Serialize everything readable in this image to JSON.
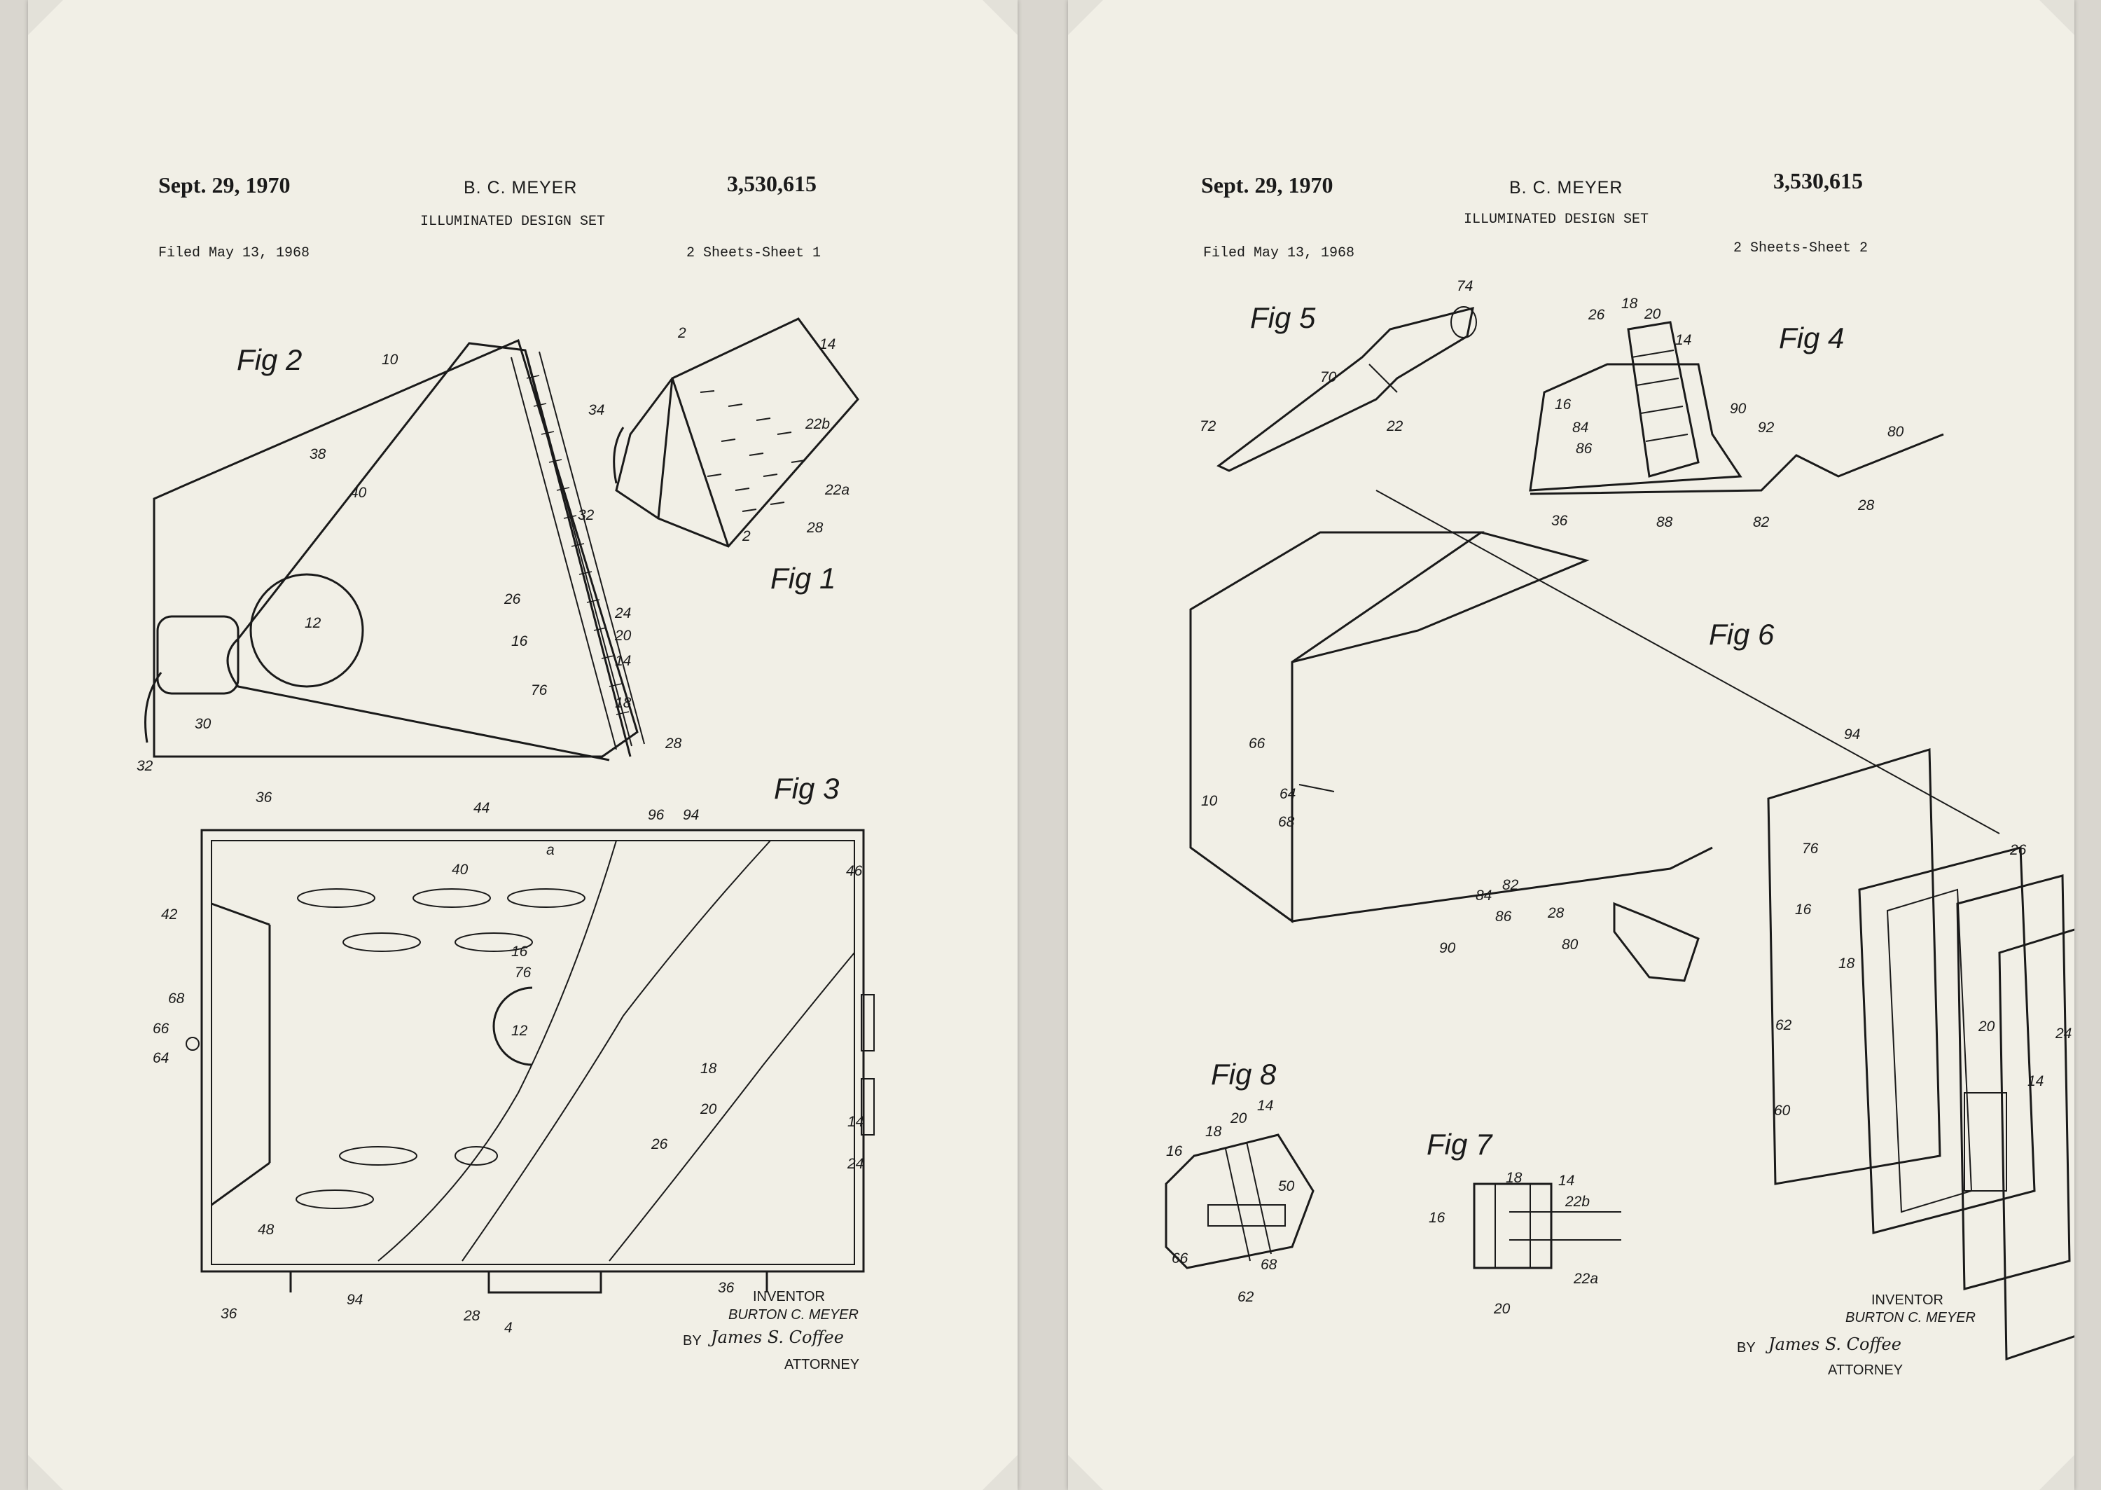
{
  "sheets": [
    {
      "date": "Sept. 29, 1970",
      "inventor_header": "B. C. MEYER",
      "patent_number": "3,530,615",
      "title": "ILLUMINATED DESIGN SET",
      "filed": "Filed May 13, 1968",
      "sheet_label": "2 Sheets-Sheet 1",
      "figures": [
        "Fig 1",
        "Fig 2",
        "Fig 3"
      ],
      "inventor_label": "INVENTOR",
      "inventor_name": "BURTON C. MEYER",
      "by_label": "BY",
      "signature": "James S. Coffee",
      "attorney_label": "ATTORNEY"
    },
    {
      "date": "Sept. 29, 1970",
      "inventor_header": "B. C. MEYER",
      "patent_number": "3,530,615",
      "title": "ILLUMINATED DESIGN SET",
      "filed": "Filed May 13, 1968",
      "sheet_label": "2 Sheets-Sheet 2",
      "figures": [
        "Fig 4",
        "Fig 5",
        "Fig 6",
        "Fig 7",
        "Fig 8"
      ],
      "inventor_label": "INVENTOR",
      "inventor_name": "BURTON C. MEYER",
      "by_label": "BY",
      "signature": "James S. Coffee",
      "attorney_label": "ATTORNEY"
    }
  ],
  "reference_numerals": {
    "sheet1": [
      "10",
      "38",
      "40",
      "12",
      "30",
      "32",
      "36",
      "26",
      "24",
      "20",
      "16",
      "14",
      "76",
      "18",
      "28",
      "2",
      "14",
      "34",
      "22b",
      "22a",
      "32",
      "2",
      "28",
      "44",
      "96",
      "94",
      "a",
      "46",
      "40",
      "42",
      "16",
      "76",
      "68",
      "66",
      "64",
      "12",
      "18",
      "20",
      "14",
      "24",
      "26",
      "48",
      "94",
      "36",
      "28",
      "4",
      "36"
    ],
    "sheet2": [
      "74",
      "70",
      "72",
      "22",
      "26",
      "18",
      "20",
      "14",
      "16",
      "84",
      "86",
      "90",
      "92",
      "80",
      "36",
      "88",
      "82",
      "28",
      "66",
      "10",
      "64",
      "68",
      "84",
      "86",
      "28",
      "90",
      "80",
      "82",
      "94",
      "76",
      "16",
      "26",
      "18",
      "62",
      "20",
      "60",
      "24",
      "14",
      "18",
      "20",
      "14",
      "16",
      "50",
      "66",
      "68",
      "62",
      "18",
      "14",
      "22b",
      "16",
      "22a",
      "20"
    ]
  }
}
